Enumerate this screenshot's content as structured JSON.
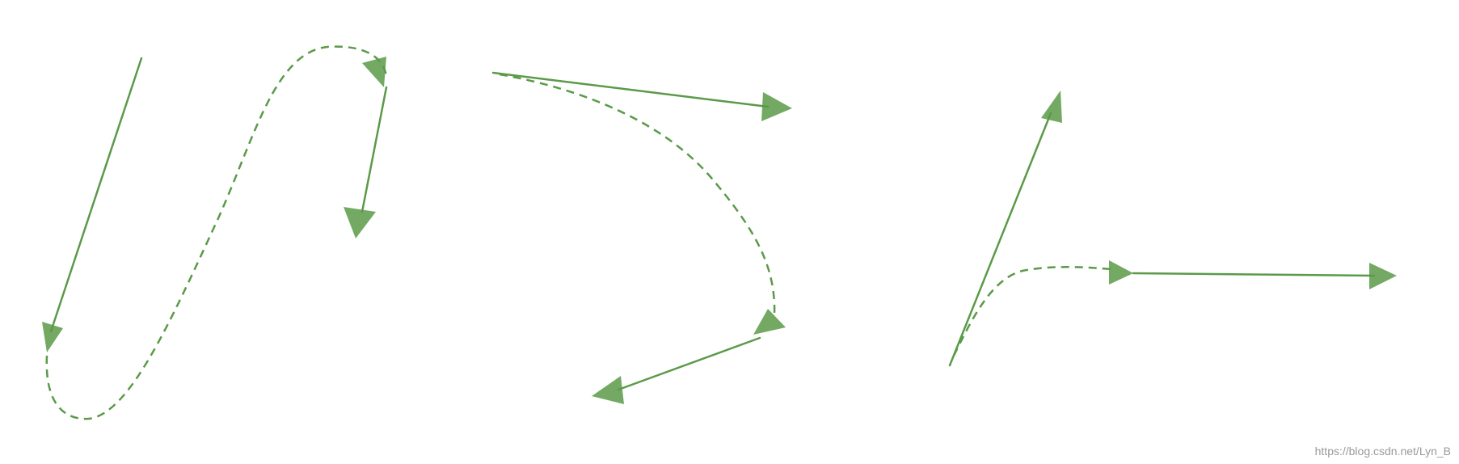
{
  "colors": {
    "background": "#ffffff",
    "stroke": "#5a9a48",
    "arrowhead": "#5a9a48",
    "watermark": "#9a9a9a"
  },
  "diagram": {
    "panels": [
      {
        "name": "panel-1",
        "curve_style": "dashed",
        "arrows": [
          "incoming-vector",
          "outgoing-vector"
        ]
      },
      {
        "name": "panel-2",
        "curve_style": "dashed",
        "arrows": [
          "incoming-vector",
          "outgoing-vector"
        ]
      },
      {
        "name": "panel-3",
        "curve_style": "dashed",
        "arrows": [
          "incoming-vector",
          "outgoing-vector"
        ]
      }
    ]
  },
  "watermark": {
    "text": "https://blog.csdn.net/Lyn_B"
  }
}
